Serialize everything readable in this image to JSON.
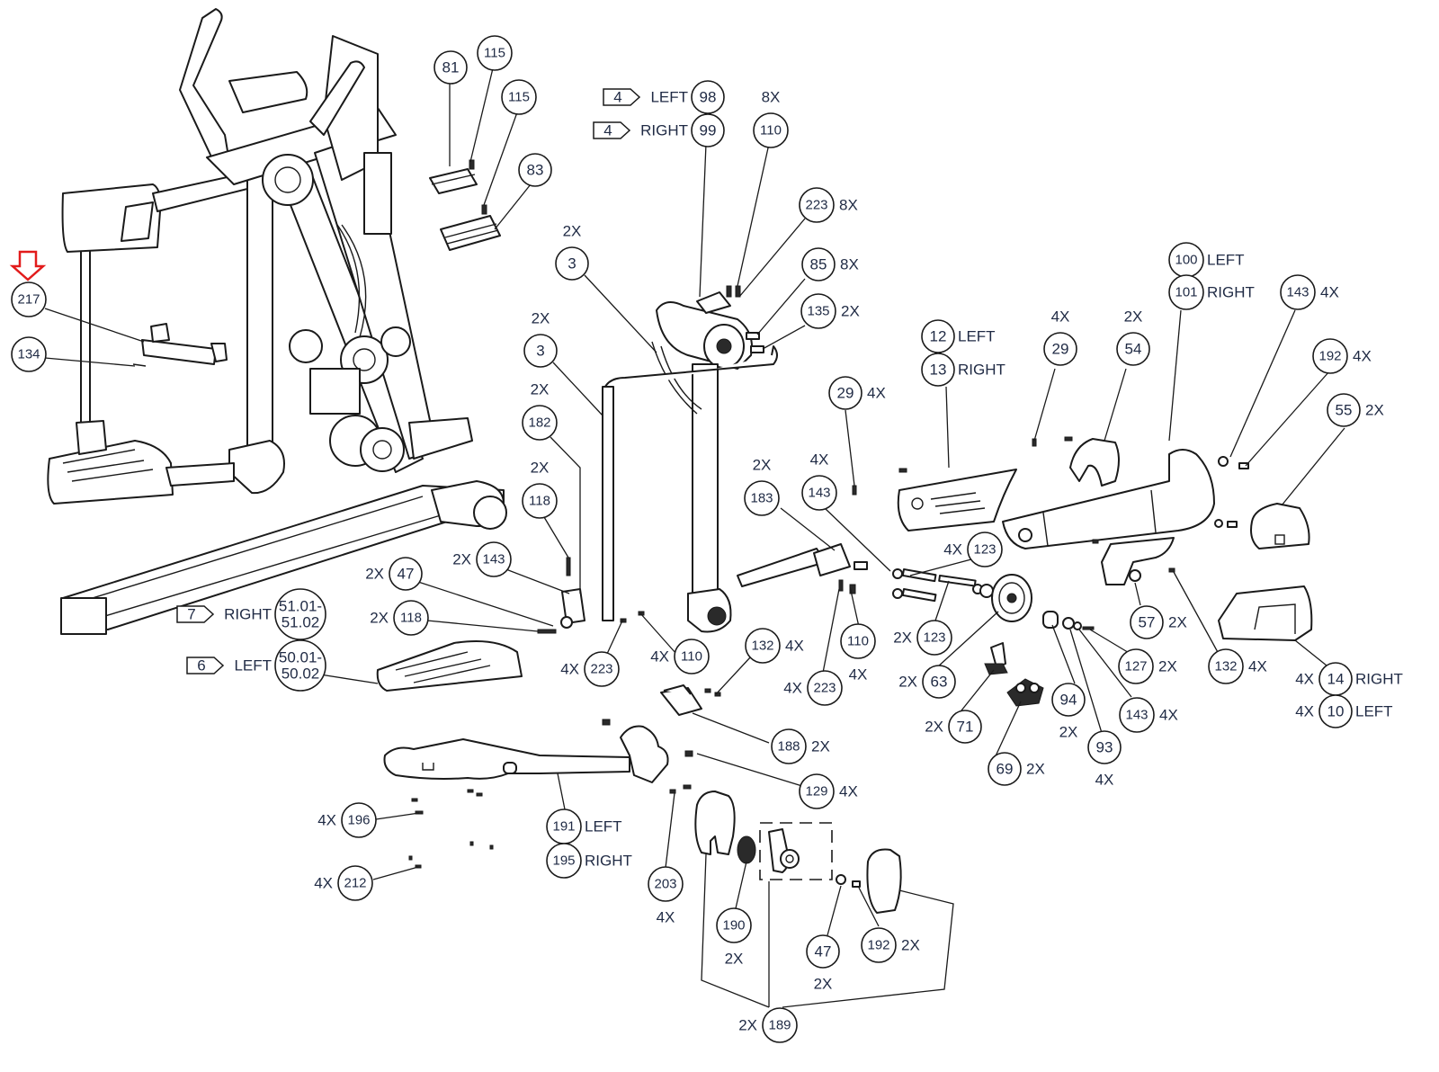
{
  "diagram": {
    "type": "exploded-parts-diagram",
    "highlight": {
      "callout": "217",
      "color": "#e21b1b",
      "marker": "down-arrow"
    },
    "callouts": [
      {
        "id": "c217",
        "label": "217",
        "qty": "",
        "note": ""
      },
      {
        "id": "c134",
        "label": "134",
        "qty": "",
        "note": ""
      },
      {
        "id": "c81",
        "label": "81",
        "qty": "",
        "note": ""
      },
      {
        "id": "c115a",
        "label": "115",
        "qty": "",
        "note": ""
      },
      {
        "id": "c115b",
        "label": "115",
        "qty": "",
        "note": ""
      },
      {
        "id": "c83",
        "label": "83",
        "qty": "",
        "note": ""
      },
      {
        "id": "c98",
        "label": "98",
        "qty": "",
        "note": "LEFT",
        "tag": "4"
      },
      {
        "id": "c99",
        "label": "99",
        "qty": "",
        "note": "RIGHT",
        "tag": "4"
      },
      {
        "id": "c110a",
        "label": "110",
        "qty": "8X",
        "note": ""
      },
      {
        "id": "c223a",
        "label": "223",
        "qty": "8X",
        "note": ""
      },
      {
        "id": "c85",
        "label": "85",
        "qty": "8X",
        "note": ""
      },
      {
        "id": "c135",
        "label": "135",
        "qty": "2X",
        "note": ""
      },
      {
        "id": "c3a",
        "label": "3",
        "qty": "2X",
        "note": ""
      },
      {
        "id": "c3b",
        "label": "3",
        "qty": "2X",
        "note": ""
      },
      {
        "id": "c182",
        "label": "182",
        "qty": "2X",
        "note": ""
      },
      {
        "id": "c118a",
        "label": "118",
        "qty": "2X",
        "note": ""
      },
      {
        "id": "c143a",
        "label": "143",
        "qty": "2X",
        "note": ""
      },
      {
        "id": "c47a",
        "label": "47",
        "qty": "2X",
        "note": ""
      },
      {
        "id": "c118b",
        "label": "118",
        "qty": "2X",
        "note": ""
      },
      {
        "id": "c51",
        "label": "51.01-\n51.02",
        "line1": "51.01-",
        "line2": "51.02",
        "qty": "",
        "note": "RIGHT",
        "tag": "7"
      },
      {
        "id": "c50",
        "label": "50.01-\n50.02",
        "line1": "50.01-",
        "line2": "50.02",
        "qty": "",
        "note": "LEFT",
        "tag": "6"
      },
      {
        "id": "c223b",
        "label": "223",
        "qty": "4X",
        "note": ""
      },
      {
        "id": "c110b",
        "label": "110",
        "qty": "4X",
        "note": ""
      },
      {
        "id": "c132a",
        "label": "132",
        "qty": "4X",
        "note": ""
      },
      {
        "id": "c183",
        "label": "183",
        "qty": "2X",
        "note": ""
      },
      {
        "id": "c143b",
        "label": "143",
        "qty": "4X",
        "note": ""
      },
      {
        "id": "c29a",
        "label": "29",
        "qty": "4X",
        "note": ""
      },
      {
        "id": "c110c",
        "label": "110",
        "qty": "4X",
        "note": ""
      },
      {
        "id": "c223c",
        "label": "223",
        "qty": "4X",
        "note": ""
      },
      {
        "id": "c12",
        "label": "12",
        "qty": "",
        "note": "LEFT"
      },
      {
        "id": "c13",
        "label": "13",
        "qty": "",
        "note": "RIGHT"
      },
      {
        "id": "c29b",
        "label": "29",
        "qty": "4X",
        "note": ""
      },
      {
        "id": "c54",
        "label": "54",
        "qty": "2X",
        "note": ""
      },
      {
        "id": "c100",
        "label": "100",
        "qty": "",
        "note": "LEFT"
      },
      {
        "id": "c101",
        "label": "101",
        "qty": "",
        "note": "RIGHT"
      },
      {
        "id": "c143c",
        "label": "143",
        "qty": "4X",
        "note": ""
      },
      {
        "id": "c192a",
        "label": "192",
        "qty": "4X",
        "note": ""
      },
      {
        "id": "c55",
        "label": "55",
        "qty": "2X",
        "note": ""
      },
      {
        "id": "c123a",
        "label": "123",
        "qty": "4X",
        "note": ""
      },
      {
        "id": "c123b",
        "label": "123",
        "qty": "2X",
        "note": ""
      },
      {
        "id": "c63",
        "label": "63",
        "qty": "2X",
        "note": ""
      },
      {
        "id": "c71",
        "label": "71",
        "qty": "2X",
        "note": ""
      },
      {
        "id": "c69",
        "label": "69",
        "qty": "2X",
        "note": ""
      },
      {
        "id": "c94",
        "label": "94",
        "qty": "2X",
        "note": ""
      },
      {
        "id": "c93",
        "label": "93",
        "qty": "4X",
        "note": ""
      },
      {
        "id": "c143d",
        "label": "143",
        "qty": "4X",
        "note": ""
      },
      {
        "id": "c127",
        "label": "127",
        "qty": "2X",
        "note": ""
      },
      {
        "id": "c57",
        "label": "57",
        "qty": "2X",
        "note": ""
      },
      {
        "id": "c132b",
        "label": "132",
        "qty": "4X",
        "note": ""
      },
      {
        "id": "c14",
        "label": "14",
        "qty": "4X",
        "note": "RIGHT"
      },
      {
        "id": "c10",
        "label": "10",
        "qty": "4X",
        "note": "LEFT"
      },
      {
        "id": "c188",
        "label": "188",
        "qty": "2X",
        "note": ""
      },
      {
        "id": "c129",
        "label": "129",
        "qty": "4X",
        "note": ""
      },
      {
        "id": "c196",
        "label": "196",
        "qty": "4X",
        "note": ""
      },
      {
        "id": "c212",
        "label": "212",
        "qty": "4X",
        "note": ""
      },
      {
        "id": "c191",
        "label": "191",
        "qty": "",
        "note": "LEFT"
      },
      {
        "id": "c195",
        "label": "195",
        "qty": "",
        "note": "RIGHT"
      },
      {
        "id": "c203",
        "label": "203",
        "qty": "4X",
        "note": ""
      },
      {
        "id": "c190",
        "label": "190",
        "qty": "2X",
        "note": ""
      },
      {
        "id": "c47b",
        "label": "47",
        "qty": "2X",
        "note": ""
      },
      {
        "id": "c192b",
        "label": "192",
        "qty": "2X",
        "note": ""
      },
      {
        "id": "c189",
        "label": "189",
        "qty": "2X",
        "note": ""
      }
    ]
  }
}
